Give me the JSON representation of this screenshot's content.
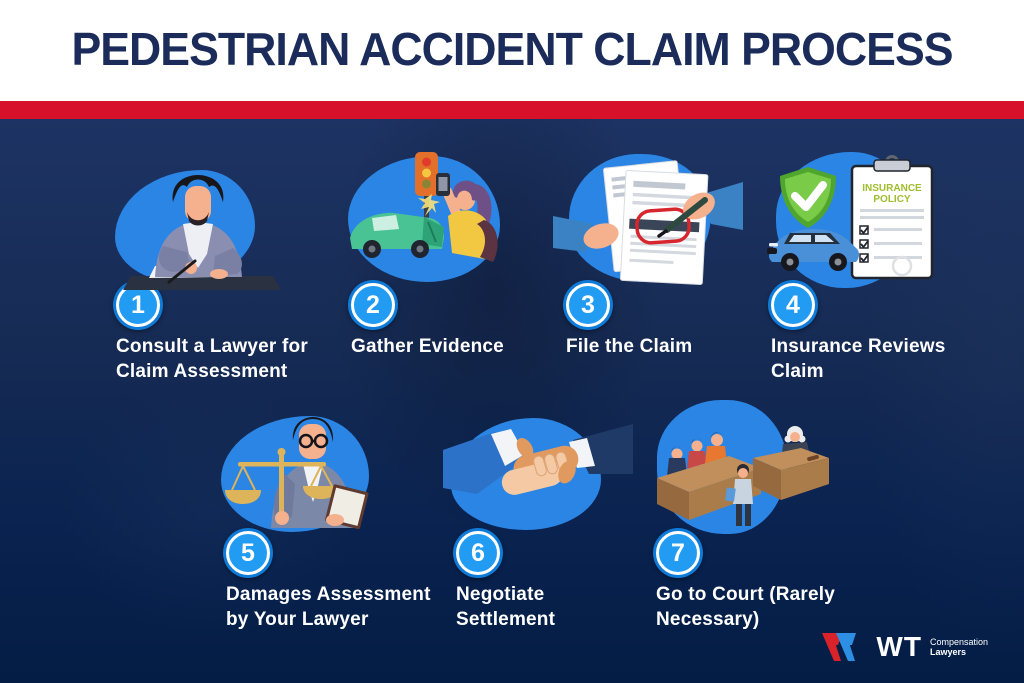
{
  "header": {
    "title": "PEDESTRIAN ACCIDENT CLAIM PROCESS"
  },
  "colors": {
    "title_navy": "#1B2C5A",
    "divider_red": "#D8112B",
    "background_navy": "#162B54",
    "blob_blue": "#2B85E4",
    "badge_outer_blue": "#0F7BD8",
    "badge_inner_blue": "#229BF2",
    "label_white": "#FFFFFF"
  },
  "steps": [
    {
      "number": "1",
      "line1": "Consult a Lawyer for",
      "line2": "Claim Assessment",
      "icon": "lawyer-writing"
    },
    {
      "number": "2",
      "line1": "Gather Evidence",
      "line2": "",
      "icon": "photographing-accident"
    },
    {
      "number": "3",
      "line1": "File the Claim",
      "line2": "",
      "icon": "claim-documents"
    },
    {
      "number": "4",
      "line1": "Insurance Reviews",
      "line2": "Claim",
      "icon": "shield-car-policy",
      "policy_line1": "INSURANCE",
      "policy_line2": "POLICY"
    },
    {
      "number": "5",
      "line1": "Damages Assessment",
      "line2": "by Your Lawyer",
      "icon": "lawyer-scales"
    },
    {
      "number": "6",
      "line1": "Negotiate",
      "line2": "Settlement",
      "icon": "handshake"
    },
    {
      "number": "7",
      "line1": "Go to Court (Rarely",
      "line2": "Necessary)",
      "icon": "courtroom"
    }
  ],
  "logo": {
    "mark": "WT",
    "line1": "Compensation",
    "line2": "Lawyers"
  }
}
